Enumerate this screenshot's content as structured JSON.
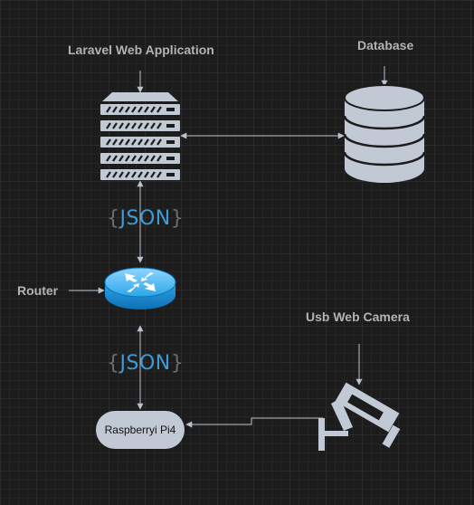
{
  "labels": {
    "web_app": "Laravel Web Application",
    "database": "Database",
    "router": "Router",
    "camera": "Usb Web Camera",
    "pi": "Raspberryi Pi4"
  },
  "json_tags": [
    {
      "open": "{",
      "text": "JSON",
      "close": "}"
    },
    {
      "open": "{",
      "text": "JSON",
      "close": "}"
    }
  ],
  "colors": {
    "background": "#1c1c1c",
    "icon": "#c1c9d4",
    "connector": "#b8c3d0",
    "json_text": "#3d9bd6",
    "label": "#b3b3b3",
    "router": "#2aa6e8"
  },
  "icons": [
    "server-icon",
    "database-icon",
    "router-icon",
    "camera-icon"
  ]
}
